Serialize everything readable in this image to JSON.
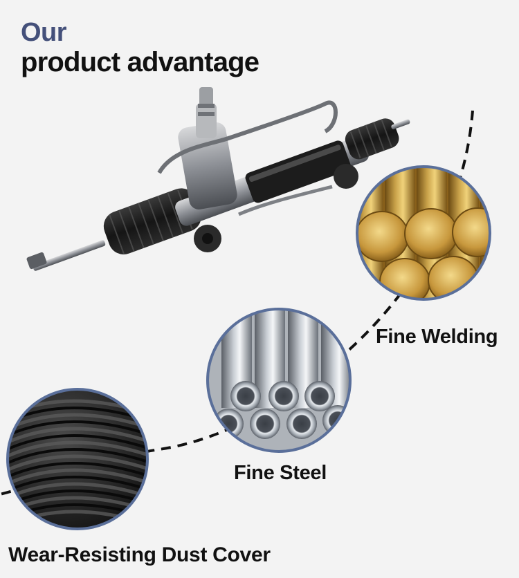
{
  "heading": {
    "line1": "Our",
    "line2": "product advantage"
  },
  "features": [
    {
      "label": "Fine Welding",
      "icon": "brass-rods-image"
    },
    {
      "label": "Fine Steel",
      "icon": "steel-tubes-image"
    },
    {
      "label": "Wear-Resisting Dust Cover",
      "icon": "dust-boot-image"
    }
  ],
  "colors": {
    "background": "#f3f3f3",
    "accent": "#44507a",
    "circle_border": "#5a6f9a",
    "text": "#111111"
  }
}
